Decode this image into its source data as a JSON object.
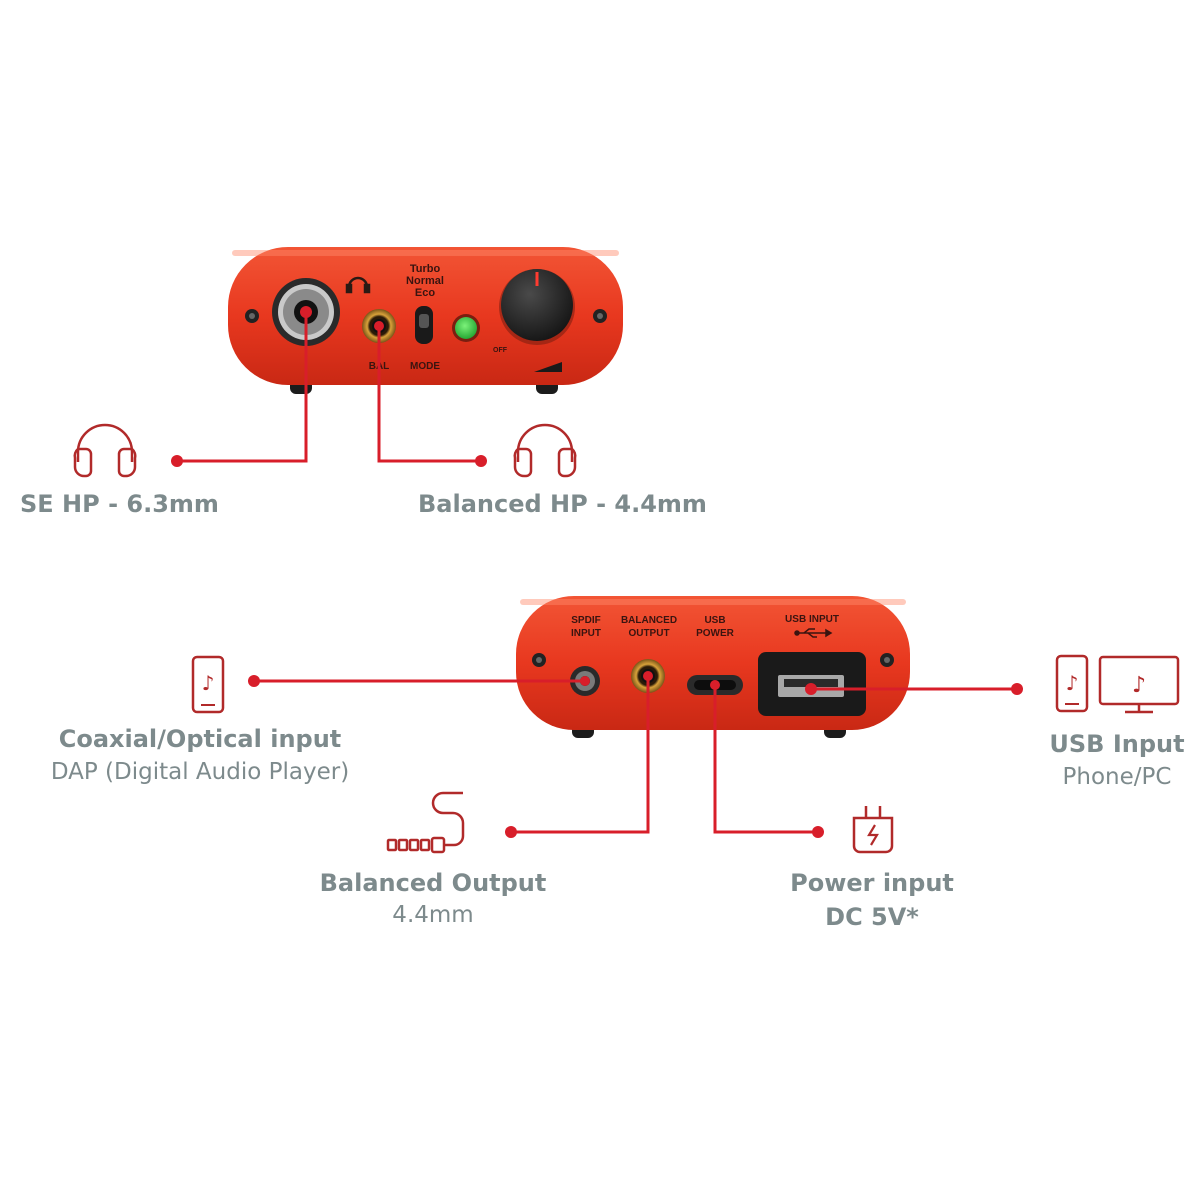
{
  "colors": {
    "accent": "#d81e2a",
    "device_body": "#ea3a22",
    "label_gray": "#7d8a8c",
    "led_green": "#39c443"
  },
  "front_panel": {
    "mode_options": [
      "Turbo",
      "Normal",
      "Eco"
    ],
    "bal_label": "BAL",
    "mode_label": "MODE",
    "off_label": "OFF",
    "icons": [
      "headphones-icon",
      "volume-ramp-icon"
    ]
  },
  "rear_panel": {
    "spdif_label": [
      "SPDIF",
      "INPUT"
    ],
    "balanced_label": [
      "BALANCED",
      "OUTPUT"
    ],
    "usb_power_label": [
      "USB",
      "POWER"
    ],
    "usb_input_label": "USB INPUT",
    "icons": [
      "usb-symbol-icon"
    ]
  },
  "callouts": {
    "se_hp": {
      "title": "SE HP - 6.3mm",
      "icon": "headphones-icon"
    },
    "balanced_hp": {
      "title": "Balanced HP - 4.4mm",
      "icon": "headphones-icon"
    },
    "coaxial": {
      "title": "Coaxial/Optical input",
      "subtitle": "DAP (Digital Audio Player)",
      "icon": "music-player-icon"
    },
    "balanced_out": {
      "title": "Balanced Output",
      "subtitle": "4.4mm",
      "icon": "audio-cable-icon"
    },
    "power": {
      "title": "Power input",
      "subtitle": "DC 5V*",
      "icon": "power-plug-icon"
    },
    "usb_input": {
      "title": "USB Input",
      "subtitle": "Phone/PC",
      "icon": "phone-and-monitor-icon"
    }
  }
}
